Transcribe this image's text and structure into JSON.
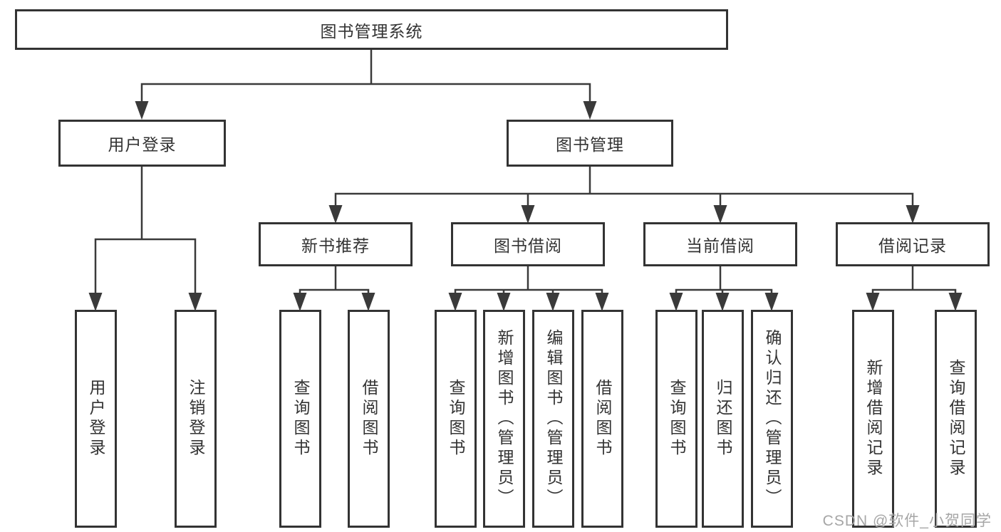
{
  "colors": {
    "line": "#3a3a3a",
    "box_border": "#333333",
    "text": "#333333",
    "background": "#ffffff",
    "watermark": "#a6a6a6"
  },
  "tree": {
    "root": {
      "label": "图书管理系统"
    },
    "children": [
      {
        "label": "用户登录",
        "children": [
          {
            "label": "用户登录"
          },
          {
            "label": "注销登录"
          }
        ]
      },
      {
        "label": "图书管理",
        "children": [
          {
            "label": "新书推荐",
            "children": [
              {
                "label": "查询图书"
              },
              {
                "label": "借阅图书"
              }
            ]
          },
          {
            "label": "图书借阅",
            "children": [
              {
                "label": "查询图书"
              },
              {
                "label": "新增图书（管理员）"
              },
              {
                "label": "编辑图书（管理员）"
              },
              {
                "label": "借阅图书"
              }
            ]
          },
          {
            "label": "当前借阅",
            "children": [
              {
                "label": "查询图书"
              },
              {
                "label": "归还图书"
              },
              {
                "label": "确认归还（管理员）"
              }
            ]
          },
          {
            "label": "借阅记录",
            "children": [
              {
                "label": "新增借阅记录"
              },
              {
                "label": "查询借阅记录"
              }
            ]
          }
        ]
      }
    ]
  },
  "watermark": {
    "text": "CSDN @软件_小贺同学"
  }
}
